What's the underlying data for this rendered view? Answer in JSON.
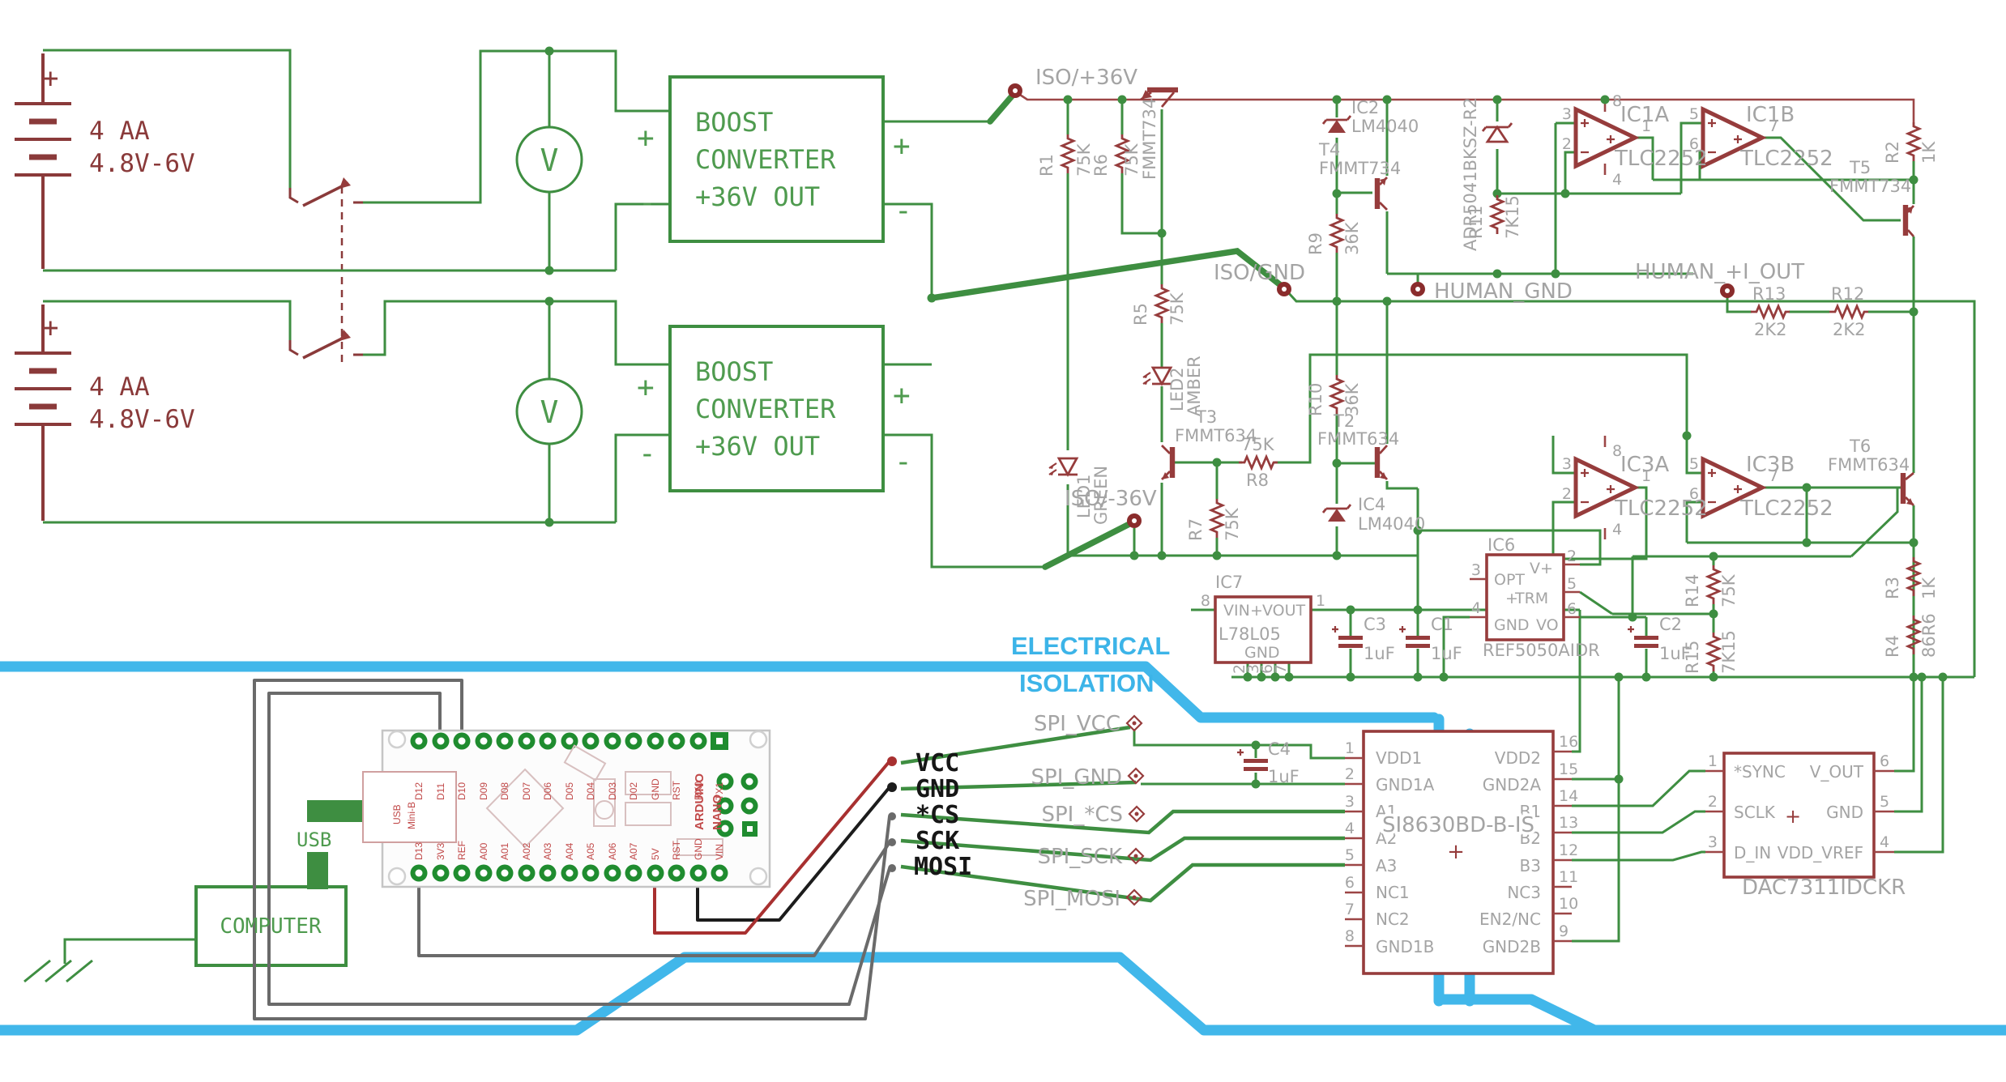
{
  "power": {
    "battery": {
      "plus": "+",
      "line1": "4 AA",
      "line2": "4.8V-6V"
    },
    "voltmeter": "V",
    "boost": {
      "line1": "BOOST",
      "line2": "CONVERTER",
      "line3": "+36V OUT",
      "plus": "+",
      "minus": "-"
    }
  },
  "computer": {
    "label": "COMPUTER",
    "usb": "USB"
  },
  "isolation": {
    "line1": "ELECTRICAL",
    "line2": "ISOLATION"
  },
  "arduino": {
    "name1": "ARDUINO",
    "name2": "NANO",
    "usb1": "USB",
    "usb2": "Mini-B",
    "top": [
      "D12",
      "D11",
      "D10",
      "D09",
      "D08",
      "D07",
      "D06",
      "D05",
      "D04",
      "D03",
      "D02",
      "GND",
      "RST",
      "RX0",
      "TX1"
    ],
    "bottom": [
      "D13",
      "3V3",
      "REF",
      "A00",
      "A01",
      "A02",
      "A03",
      "A04",
      "A05",
      "A06",
      "A07",
      "5V",
      "RST",
      "GND",
      "VIN"
    ]
  },
  "signals": {
    "vcc": "VCC",
    "gnd": "GND",
    "cs": "*CS",
    "sck": "SCK",
    "mosi": "MOSI"
  },
  "nets": {
    "iso_p36": "ISO/+36V",
    "iso_gnd": "ISO/GND",
    "iso_n36": "ISO/-36V",
    "human_gnd": "HUMAN_GND",
    "human_iout": "HUMAN_+I_OUT",
    "spi_vcc": "SPI_VCC",
    "spi_gnd": "SPI_GND",
    "spi_cs": "SPI_*CS",
    "spi_sck": "SPI_SCK",
    "spi_mosi": "SPI_MOSI"
  },
  "op": {
    "p1": "1",
    "p2": "2",
    "p3": "3",
    "p4": "4",
    "p5": "5",
    "p6": "6",
    "p7": "7",
    "p8": "8"
  },
  "components": {
    "r1": {
      "n": "R1",
      "v": "75K"
    },
    "r2": {
      "n": "R2",
      "v": "1K"
    },
    "r3": {
      "n": "R3",
      "v": "1K"
    },
    "r4": {
      "n": "R4",
      "v": "86R6"
    },
    "r5": {
      "n": "R5",
      "v": "75K"
    },
    "r6": {
      "n": "R6",
      "v": "75K"
    },
    "r7": {
      "n": "R7",
      "v": "75K"
    },
    "r8": {
      "n": "R8",
      "v": "75K"
    },
    "r9": {
      "n": "R9",
      "v": "36K"
    },
    "r10": {
      "n": "R10",
      "v": "36K"
    },
    "r11": {
      "n": "R11",
      "v": "7K15"
    },
    "r12": {
      "n": "R12",
      "v": "2K2"
    },
    "r13": {
      "n": "R13",
      "v": "2K2"
    },
    "r14": {
      "n": "R14",
      "v": "75K"
    },
    "r15": {
      "n": "R15",
      "v": "7K15"
    },
    "t1": {
      "v": "FMMT734"
    },
    "t2": {
      "n": "T2",
      "v": "FMMT634"
    },
    "t3": {
      "n": "T3",
      "v": "FMMT634"
    },
    "t4": {
      "n": "T4",
      "v": "FMMT734"
    },
    "t5": {
      "n": "T5",
      "v": "FMMT734"
    },
    "t6": {
      "n": "T6",
      "v": "FMMT634"
    },
    "led1": {
      "n": "LED1",
      "v": "GREEN"
    },
    "led2": {
      "n": "LED2",
      "v": "AMBER"
    },
    "c1": {
      "n": "C1",
      "v": "1uF"
    },
    "c2": {
      "n": "C2",
      "v": "1uF"
    },
    "c3": {
      "n": "C3",
      "v": "1uF"
    },
    "c4": {
      "n": "C4",
      "v": "1uF"
    },
    "ic1a": {
      "n": "IC1A",
      "v": "TLC2252"
    },
    "ic1b": {
      "n": "IC1B",
      "v": "TLC2252"
    },
    "ic3a": {
      "n": "IC3A",
      "v": "TLC2252"
    },
    "ic3b": {
      "n": "IC3B",
      "v": "TLC2252"
    },
    "ic2": {
      "n": "IC2",
      "v": "LM4040"
    },
    "ic4": {
      "n": "IC4",
      "v": "LM4040"
    },
    "adr": {
      "v": "ADR5041BKSZ-R2"
    },
    "ic7": {
      "n": "IC7",
      "v": "L78L05",
      "vin": "VIN",
      "plus": "+",
      "vout": "VOUT",
      "gnd": "GND",
      "p1": "1",
      "p8": "8",
      "p2": "2",
      "p3": "3",
      "p6": "6",
      "p7": "7"
    },
    "ic6": {
      "n": "IC6",
      "v": "REF5050AIDR",
      "opt": "OPT",
      "vplus": "V+",
      "plus": "+",
      "trm": "TRM",
      "gnd": "GND",
      "vo": "VO",
      "p2": "2",
      "p3": "3",
      "p4": "4",
      "p5": "5",
      "p6": "6"
    },
    "si": {
      "n": "SI8630BD-B-IS",
      "plus": "+",
      "l": [
        "VDD1",
        "GND1A",
        "A1",
        "A2",
        "A3",
        "NC1",
        "NC2",
        "GND1B"
      ],
      "r": [
        "VDD2",
        "GND2A",
        "B1",
        "B2",
        "B3",
        "NC3",
        "EN2/NC",
        "GND2B"
      ],
      "lp": [
        "1",
        "2",
        "3",
        "4",
        "5",
        "6",
        "7",
        "8"
      ],
      "rp": [
        "16",
        "15",
        "14",
        "13",
        "12",
        "11",
        "10",
        "9"
      ]
    },
    "dac": {
      "n": "DAC7311IDCKR",
      "plus": "+",
      "l": [
        "*SYNC",
        "SCLK",
        "D_IN"
      ],
      "r": [
        "V_OUT",
        "GND",
        "VDD_VREF"
      ],
      "lp": [
        "1",
        "2",
        "3"
      ],
      "rp": [
        "6",
        "5",
        "4"
      ]
    }
  }
}
